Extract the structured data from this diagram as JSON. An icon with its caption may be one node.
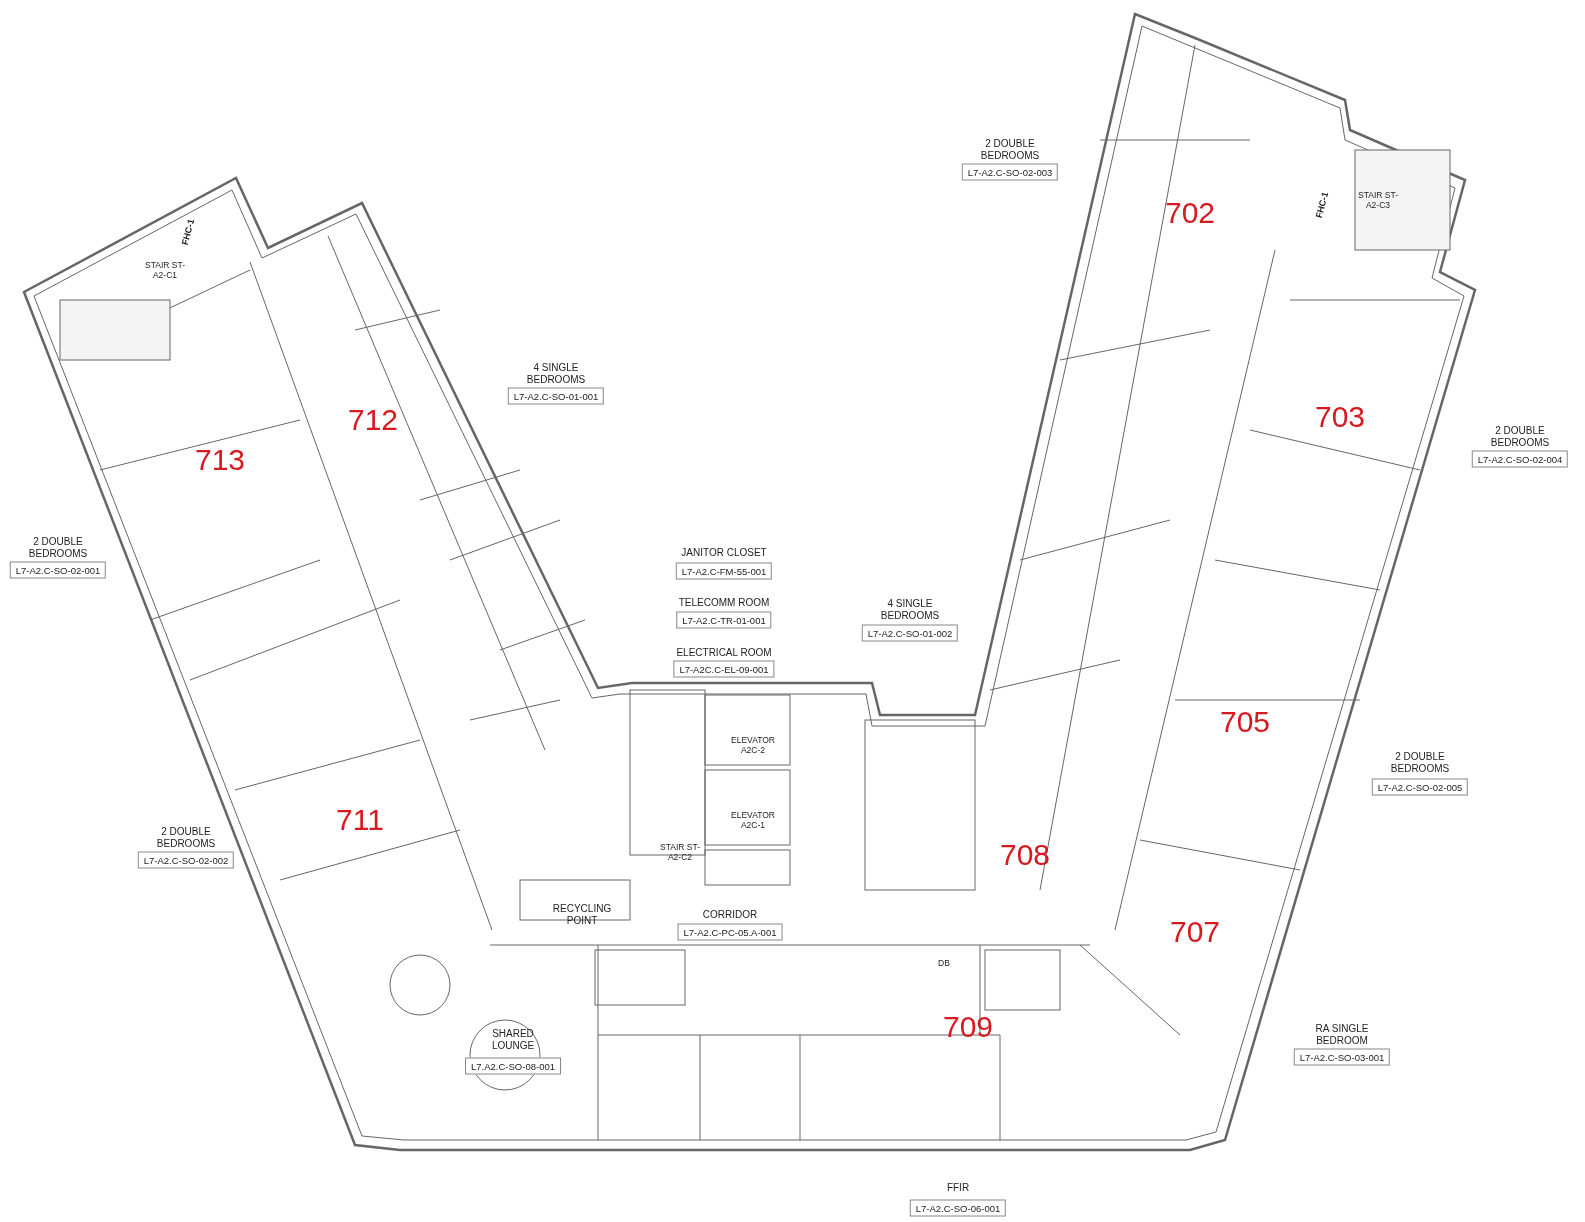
{
  "diagram": {
    "labels": [
      "2 DOUBLE BEDROOMS",
      "L7-A2.C-SO-02-003",
      "702",
      "FHC-1",
      "STAIR ST-A2-C3",
      "FHC-1",
      "STAIR ST-A2-C1",
      "4 SINGLE BEDROOMS",
      "L7-A2.C-SO-01-001",
      "712",
      "703",
      "2 DOUBLE BEDROOMS",
      "L7-A2.C-SO-02-004",
      "713",
      "2 DOUBLE BEDROOMS",
      "L7-A2.C-SO-02-001",
      "JANITOR CLOSET",
      "L7-A2.C-FM-55-001",
      "TELECOMM ROOM",
      "L7-A2.C-TR-01-001",
      "4 SINGLE BEDROOMS",
      "L7-A2.C-SO-01-002",
      "ELECTRICAL ROOM",
      "L7-A2C.C-EL-09-001",
      "ELEVATOR A2C-2",
      "705",
      "2 DOUBLE BEDROOMS",
      "L7-A2.C-SO-02-005",
      "711",
      "ELEVATOR A2C-1",
      "2 DOUBLE BEDROOMS",
      "L7-A2.C-SO-02-002",
      "STAIR ST-A2-C2",
      "708",
      "RECYCLING POINT",
      "CORRIDOR",
      "L7-A2.C-PC-05.A-001",
      "707",
      "DB",
      "709",
      "RA SINGLE BEDROOM",
      "L7-A2.C-SO-03-001",
      "SHARED LOUNGE",
      "L7.A2.C-SO-08-001",
      "FFIR",
      "L7-A2.C-SO-06-001"
    ]
  }
}
